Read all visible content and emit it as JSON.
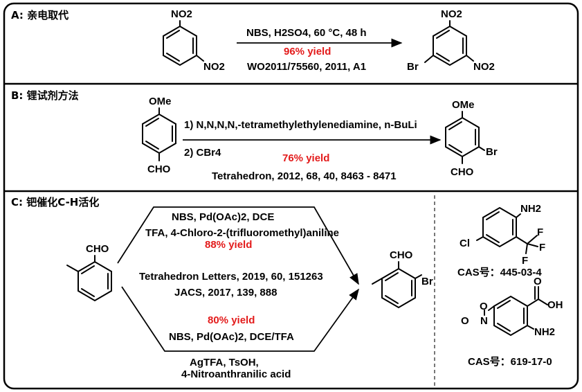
{
  "sections": {
    "a": {
      "label": "A: 亲电取代",
      "reactant": {
        "sub1": "NO2",
        "sub2": "NO2"
      },
      "product": {
        "sub1": "NO2",
        "sub2": "Br",
        "sub3": "NO2"
      },
      "conditions": "NBS, H2SO4, 60 °C, 48 h",
      "yield": "96% yield",
      "reference": "WO2011/75560, 2011, A1"
    },
    "b": {
      "label": "B: 锂试剂方法",
      "reactant": {
        "sub1": "OMe",
        "sub2": "CHO"
      },
      "product": {
        "sub1": "OMe",
        "sub2": "Br",
        "sub3": "CHO"
      },
      "step1": "1) N,N,N,N,-tetramethylethylenediamine, n-BuLi",
      "step2": "2) CBr4",
      "yield": "76% yield",
      "reference": "Tetrahedron, 2012, 68, 40, 8463 - 8471"
    },
    "c": {
      "label": "C: 钯催化C-H活化",
      "reactant": {
        "sub1": "CHO"
      },
      "product": {
        "sub1": "CHO",
        "sub2": "Br"
      },
      "upper_route": {
        "reagents": "NBS, Pd(OAc)2, DCE",
        "additive": "TFA, 4-Chloro-2-(trifluoromethyl)aniline",
        "yield": "88% yield"
      },
      "references": [
        "Tetrahedron Letters, 2019, 60, 151263",
        "JACS, 2017, 139, 888"
      ],
      "lower_route": {
        "yield": "80% yield",
        "reagents": "NBS, Pd(OAc)2, DCE/TFA",
        "additive1": "AgTFA, TsOH,",
        "additive2": "4-Nitroanthranilic acid"
      },
      "compound1": {
        "nh2": "NH2",
        "cl": "Cl",
        "f1": "F",
        "f2": "F",
        "f3": "F",
        "cas": "CAS号：445-03-4"
      },
      "compound2": {
        "cooh": "OH",
        "o": "O",
        "nh2": "NH2",
        "nitro_o": "O",
        "nitro_n": "N",
        "cas": "CAS号：619-17-0"
      }
    }
  }
}
